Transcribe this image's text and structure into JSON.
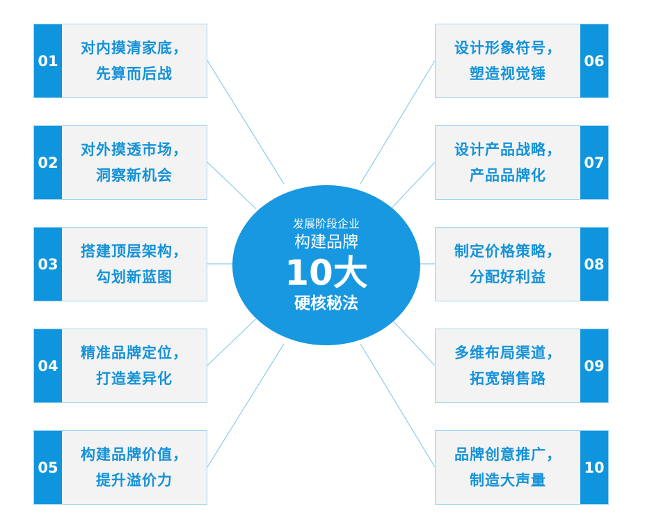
{
  "center": {
    "line1": "发展阶段企业",
    "line2": "构建品牌",
    "line3": "10大",
    "line4": "硬核秘法"
  },
  "items": [
    {
      "num": "01",
      "line1": "对内摸清家底，",
      "line2": "先算而后战"
    },
    {
      "num": "02",
      "line1": "对外摸透市场，",
      "line2": "洞察新机会"
    },
    {
      "num": "03",
      "line1": "搭建顶层架构，",
      "line2": "勾划新蓝图"
    },
    {
      "num": "04",
      "line1": "精准品牌定位，",
      "line2": "打造差异化"
    },
    {
      "num": "05",
      "line1": "构建品牌价值，",
      "line2": "提升溢价力"
    },
    {
      "num": "06",
      "line1": "设计形象符号，",
      "line2": "塑造视觉锤"
    },
    {
      "num": "07",
      "line1": "设计产品战略，",
      "line2": "产品品牌化"
    },
    {
      "num": "08",
      "line1": "制定价格策略，",
      "line2": "分配好利益"
    },
    {
      "num": "09",
      "line1": "多维布局渠道，",
      "line2": "拓宽销售路"
    },
    {
      "num": "10",
      "line1": "品牌创意推广，",
      "line2": "制造大声量"
    }
  ],
  "colors": {
    "accent": "#0f95dd",
    "hub": "#1798e0",
    "text": "#1492d8",
    "box_bg": "#f3f3f3",
    "connector": "#8ccbea"
  }
}
